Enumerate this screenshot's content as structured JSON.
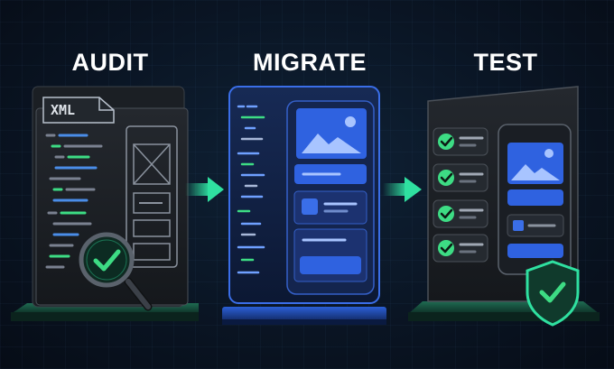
{
  "steps": [
    {
      "title": "AUDIT",
      "badge": "XML"
    },
    {
      "title": "MIGRATE"
    },
    {
      "title": "TEST"
    }
  ],
  "colors": {
    "accent_green": "#2fe0a0",
    "check_green": "#3ddc84",
    "blue_card": "#2f62e0",
    "background": "#0a1524"
  }
}
